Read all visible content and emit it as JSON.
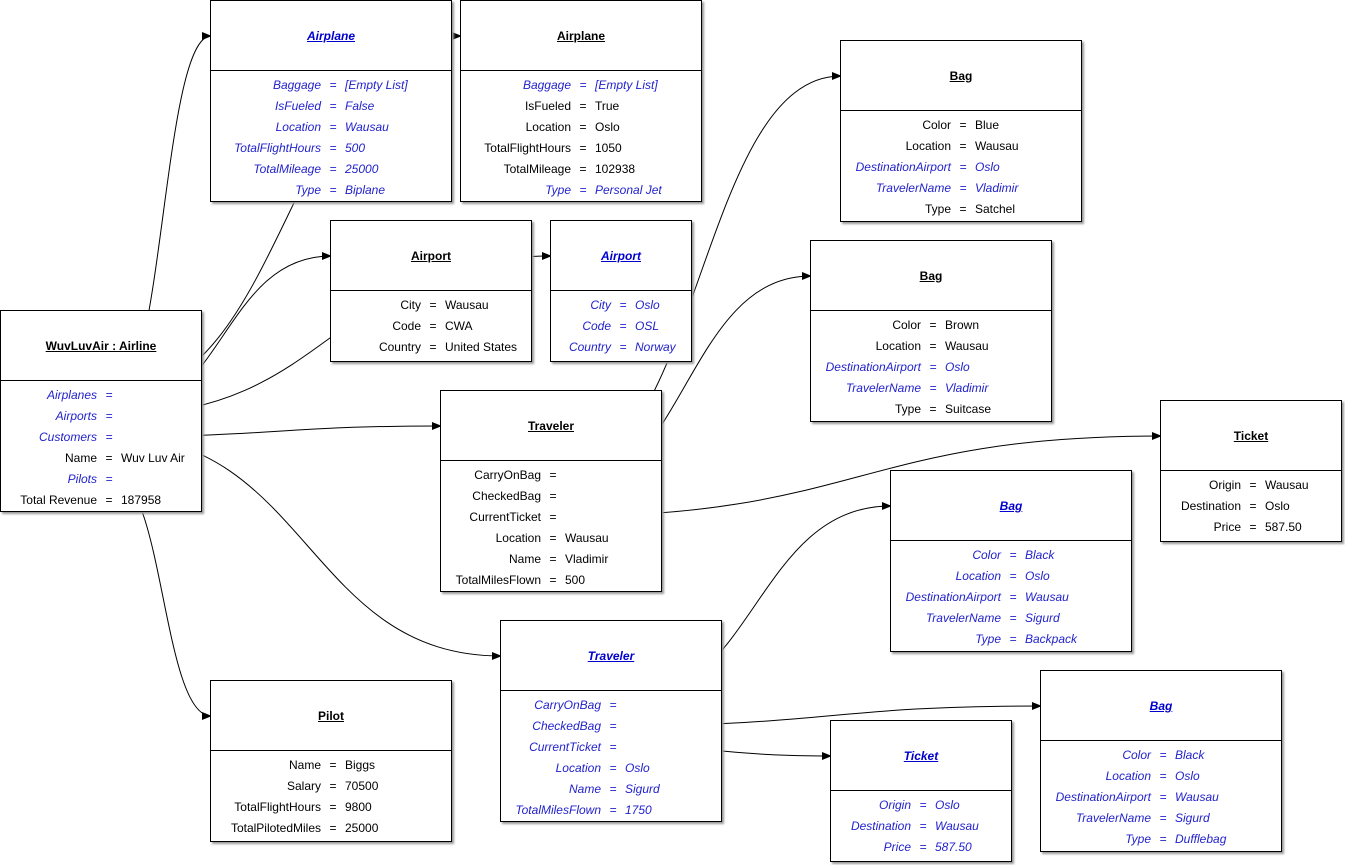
{
  "colors": {
    "changed": "#2222cc",
    "header_changed": "#0000cc",
    "line": "#000000"
  },
  "boxes": [
    {
      "id": "airline",
      "title": "WuvLuvAir : Airline",
      "changed_title": false,
      "rows": [
        {
          "k": "Airplanes",
          "v": "",
          "changed": true
        },
        {
          "k": "Airports",
          "v": "",
          "changed": true
        },
        {
          "k": "Customers",
          "v": "",
          "changed": true
        },
        {
          "k": "Name",
          "v": "Wuv Luv Air",
          "changed": false
        },
        {
          "k": "Pilots",
          "v": "",
          "changed": true
        },
        {
          "k": "Total Revenue",
          "v": "187958",
          "changed": false
        }
      ]
    },
    {
      "id": "airplane1",
      "title": "Airplane",
      "changed_title": true,
      "rows": [
        {
          "k": "Baggage",
          "v": "[Empty List]",
          "changed": true
        },
        {
          "k": "IsFueled",
          "v": "False",
          "changed": true
        },
        {
          "k": "Location",
          "v": "Wausau",
          "changed": true
        },
        {
          "k": "TotalFlightHours",
          "v": "500",
          "changed": true
        },
        {
          "k": "TotalMileage",
          "v": "25000",
          "changed": true
        },
        {
          "k": "Type",
          "v": "Biplane",
          "changed": true
        }
      ]
    },
    {
      "id": "airplane2",
      "title": "Airplane",
      "changed_title": false,
      "rows": [
        {
          "k": "Baggage",
          "v": "[Empty List]",
          "changed": true
        },
        {
          "k": "IsFueled",
          "v": "True",
          "changed": false
        },
        {
          "k": "Location",
          "v": "Oslo",
          "changed": false
        },
        {
          "k": "TotalFlightHours",
          "v": "1050",
          "changed": false
        },
        {
          "k": "TotalMileage",
          "v": "102938",
          "changed": false
        },
        {
          "k": "Type",
          "v": "Personal Jet",
          "changed": true
        }
      ]
    },
    {
      "id": "airport1",
      "title": "Airport",
      "changed_title": false,
      "rows": [
        {
          "k": "City",
          "v": "Wausau",
          "changed": false
        },
        {
          "k": "Code",
          "v": "CWA",
          "changed": false
        },
        {
          "k": "Country",
          "v": "United States",
          "changed": false
        }
      ]
    },
    {
      "id": "airport2",
      "title": "Airport",
      "changed_title": true,
      "rows": [
        {
          "k": "City",
          "v": "Oslo",
          "changed": true
        },
        {
          "k": "Code",
          "v": "OSL",
          "changed": true
        },
        {
          "k": "Country",
          "v": "Norway",
          "changed": true
        }
      ]
    },
    {
      "id": "traveler1",
      "title": "Traveler",
      "changed_title": false,
      "rows": [
        {
          "k": "CarryOnBag",
          "v": "",
          "changed": false
        },
        {
          "k": "CheckedBag",
          "v": "",
          "changed": false
        },
        {
          "k": "CurrentTicket",
          "v": "",
          "changed": false
        },
        {
          "k": "Location",
          "v": "Wausau",
          "changed": false
        },
        {
          "k": "Name",
          "v": "Vladimir",
          "changed": false
        },
        {
          "k": "TotalMilesFlown",
          "v": "500",
          "changed": false
        }
      ]
    },
    {
      "id": "traveler2",
      "title": "Traveler",
      "changed_title": true,
      "rows": [
        {
          "k": "CarryOnBag",
          "v": "",
          "changed": true
        },
        {
          "k": "CheckedBag",
          "v": "",
          "changed": true
        },
        {
          "k": "CurrentTicket",
          "v": "",
          "changed": true
        },
        {
          "k": "Location",
          "v": "Oslo",
          "changed": true
        },
        {
          "k": "Name",
          "v": "Sigurd",
          "changed": true
        },
        {
          "k": "TotalMilesFlown",
          "v": "1750",
          "changed": true
        }
      ]
    },
    {
      "id": "pilot",
      "title": "Pilot",
      "changed_title": false,
      "rows": [
        {
          "k": "Name",
          "v": "Biggs",
          "changed": false
        },
        {
          "k": "Salary",
          "v": "70500",
          "changed": false
        },
        {
          "k": "TotalFlightHours",
          "v": "9800",
          "changed": false
        },
        {
          "k": "TotalPilotedMiles",
          "v": "25000",
          "changed": false
        }
      ]
    },
    {
      "id": "bag1",
      "title": "Bag",
      "changed_title": false,
      "rows": [
        {
          "k": "Color",
          "v": "Blue",
          "changed": false
        },
        {
          "k": "Location",
          "v": "Wausau",
          "changed": false
        },
        {
          "k": "DestinationAirport",
          "v": "Oslo",
          "changed": true
        },
        {
          "k": "TravelerName",
          "v": "Vladimir",
          "changed": true
        },
        {
          "k": "Type",
          "v": "Satchel",
          "changed": false
        }
      ]
    },
    {
      "id": "bag2",
      "title": "Bag",
      "changed_title": false,
      "rows": [
        {
          "k": "Color",
          "v": "Brown",
          "changed": false
        },
        {
          "k": "Location",
          "v": "Wausau",
          "changed": false
        },
        {
          "k": "DestinationAirport",
          "v": "Oslo",
          "changed": true
        },
        {
          "k": "TravelerName",
          "v": "Vladimir",
          "changed": true
        },
        {
          "k": "Type",
          "v": "Suitcase",
          "changed": false
        }
      ]
    },
    {
      "id": "ticket1",
      "title": "Ticket",
      "changed_title": false,
      "rows": [
        {
          "k": "Origin",
          "v": "Wausau",
          "changed": false
        },
        {
          "k": "Destination",
          "v": "Oslo",
          "changed": false
        },
        {
          "k": "Price",
          "v": "587.50",
          "changed": false
        }
      ]
    },
    {
      "id": "bag3",
      "title": "Bag",
      "changed_title": true,
      "rows": [
        {
          "k": "Color",
          "v": "Black",
          "changed": true
        },
        {
          "k": "Location",
          "v": "Oslo",
          "changed": true
        },
        {
          "k": "DestinationAirport",
          "v": "Wausau",
          "changed": true
        },
        {
          "k": "TravelerName",
          "v": "Sigurd",
          "changed": true
        },
        {
          "k": "Type",
          "v": "Backpack",
          "changed": true
        }
      ]
    },
    {
      "id": "bag4",
      "title": "Bag",
      "changed_title": true,
      "rows": [
        {
          "k": "Color",
          "v": "Black",
          "changed": true
        },
        {
          "k": "Location",
          "v": "Oslo",
          "changed": true
        },
        {
          "k": "DestinationAirport",
          "v": "Wausau",
          "changed": true
        },
        {
          "k": "TravelerName",
          "v": "Sigurd",
          "changed": true
        },
        {
          "k": "Type",
          "v": "Dufflebag",
          "changed": true
        }
      ]
    },
    {
      "id": "ticket2",
      "title": "Ticket",
      "changed_title": true,
      "rows": [
        {
          "k": "Origin",
          "v": "Oslo",
          "changed": true
        },
        {
          "k": "Destination",
          "v": "Wausau",
          "changed": true
        },
        {
          "k": "Price",
          "v": "587.50",
          "changed": true
        }
      ]
    }
  ],
  "links": [
    {
      "from": "airline.Airplanes",
      "to": "airplane1"
    },
    {
      "from": "airline.Airplanes",
      "to": "airplane2"
    },
    {
      "from": "airline.Airports",
      "to": "airport1"
    },
    {
      "from": "airline.Airports",
      "to": "airport2"
    },
    {
      "from": "airline.Customers",
      "to": "traveler1"
    },
    {
      "from": "airline.Customers",
      "to": "traveler2"
    },
    {
      "from": "airline.Pilots",
      "to": "pilot"
    },
    {
      "from": "traveler1.CarryOnBag",
      "to": "bag1"
    },
    {
      "from": "traveler1.CheckedBag",
      "to": "bag2"
    },
    {
      "from": "traveler1.CurrentTicket",
      "to": "ticket1"
    },
    {
      "from": "traveler2.CarryOnBag",
      "to": "bag3"
    },
    {
      "from": "traveler2.CheckedBag",
      "to": "bag4"
    },
    {
      "from": "traveler2.CurrentTicket",
      "to": "ticket2"
    }
  ]
}
